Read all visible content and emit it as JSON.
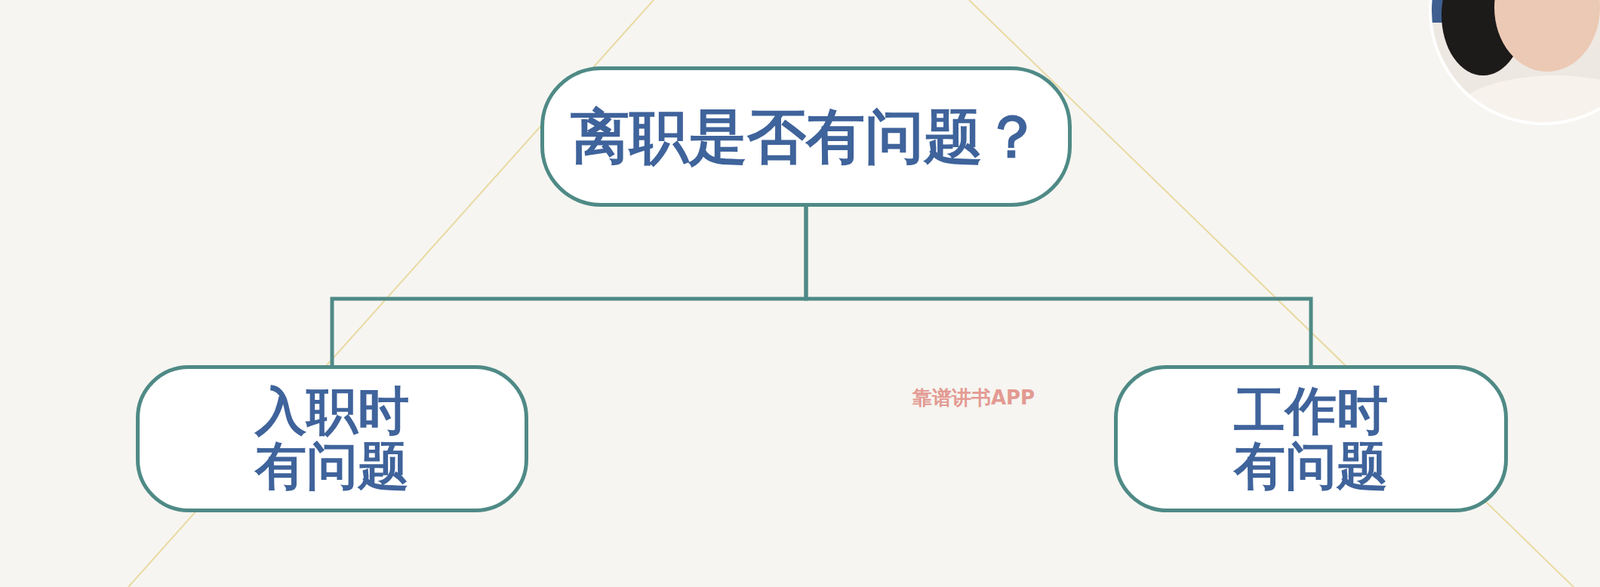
{
  "diagram": {
    "nodes": [
      {
        "text": [
          "离职是否有问题？"
        ]
      },
      {
        "text": [
          "入职时 有问题"
        ]
      },
      {
        "text": [
          "工作时 有问题"
        ]
      }
    ],
    "edges": [
      {
        "from": 0,
        "to": 1,
        "arrow": "none"
      },
      {
        "from": 0,
        "to": 2,
        "arrow": "none"
      }
    ],
    "labels": [
      "靠谱讲书APP"
    ]
  }
}
